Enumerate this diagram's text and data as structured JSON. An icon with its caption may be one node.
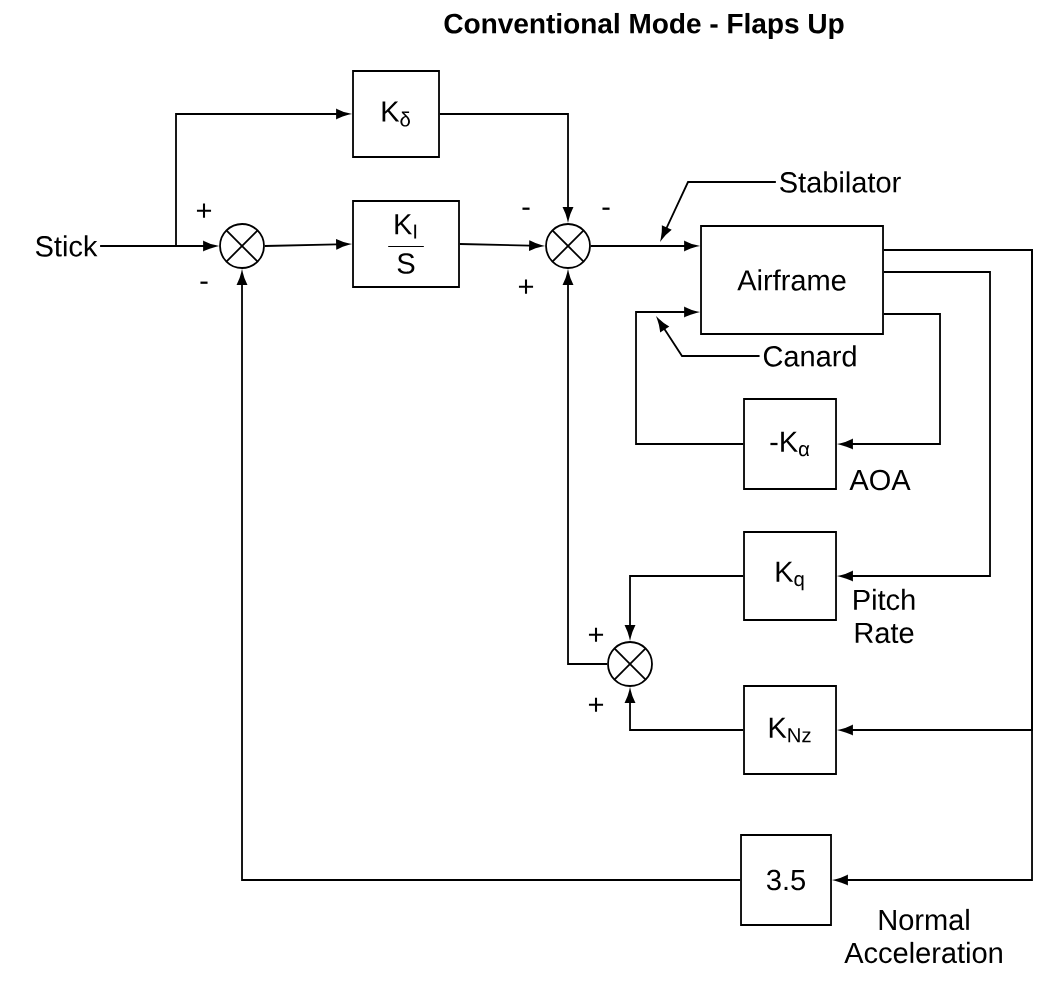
{
  "diagram": {
    "title": "Conventional Mode - Flaps Up",
    "nodes": [
      {
        "text": [
          "Stick"
        ]
      },
      {
        "text": [],
        "shape": "circle"
      },
      {
        "text": [
          "K$_{δ}$"
        ]
      },
      {
        "text": [
          "K$_{I}$",
          "S"
        ]
      },
      {
        "text": [],
        "shape": "circle"
      },
      {
        "text": [
          "Stabilator"
        ]
      },
      {
        "text": [
          "Airframe"
        ]
      },
      {
        "text": [
          "Canard"
        ]
      },
      {
        "text": [
          "-K$_{α}$"
        ]
      },
      {
        "text": [
          "K$_{q}$"
        ]
      },
      {
        "text": [],
        "shape": "circle"
      },
      {
        "text": [
          "K$_{Nz}$"
        ]
      },
      {
        "text": [
          "3.5"
        ]
      }
    ],
    "edges": [
      {
        "from": 0,
        "to": 1,
        "arrow": "to"
      },
      {
        "from": 0,
        "to": 2,
        "arrow": "to"
      },
      {
        "from": 1,
        "to": 3,
        "arrow": "to"
      },
      {
        "from": 3,
        "to": 4,
        "arrow": "to"
      },
      {
        "from": 2,
        "to": 4,
        "arrow": "to"
      },
      {
        "from": 4,
        "to": 6,
        "arrow": "to"
      },
      {
        "from": 6,
        "to": 8,
        "arrow": "to"
      },
      {
        "from": 8,
        "to": 6,
        "arrow": "to"
      },
      {
        "from": 6,
        "to": 9,
        "arrow": "to"
      },
      {
        "from": 6,
        "to": 11,
        "arrow": "to"
      },
      {
        "from": 6,
        "to": 12,
        "arrow": "to"
      },
      {
        "from": 9,
        "to": 10,
        "arrow": "to"
      },
      {
        "from": 11,
        "to": 10,
        "arrow": "to"
      },
      {
        "from": 10,
        "to": 4,
        "arrow": "to"
      },
      {
        "from": 12,
        "to": 1,
        "arrow": "to"
      },
      {
        "from": 5,
        "to": null,
        "arrow": "to"
      },
      {
        "from": 7,
        "to": null,
        "arrow": "to"
      }
    ],
    "labels": [
      "+",
      "-",
      "-",
      "-",
      "+",
      "AOA",
      "Pitch Rate",
      "+",
      "+",
      "Normal Acceleration"
    ]
  }
}
